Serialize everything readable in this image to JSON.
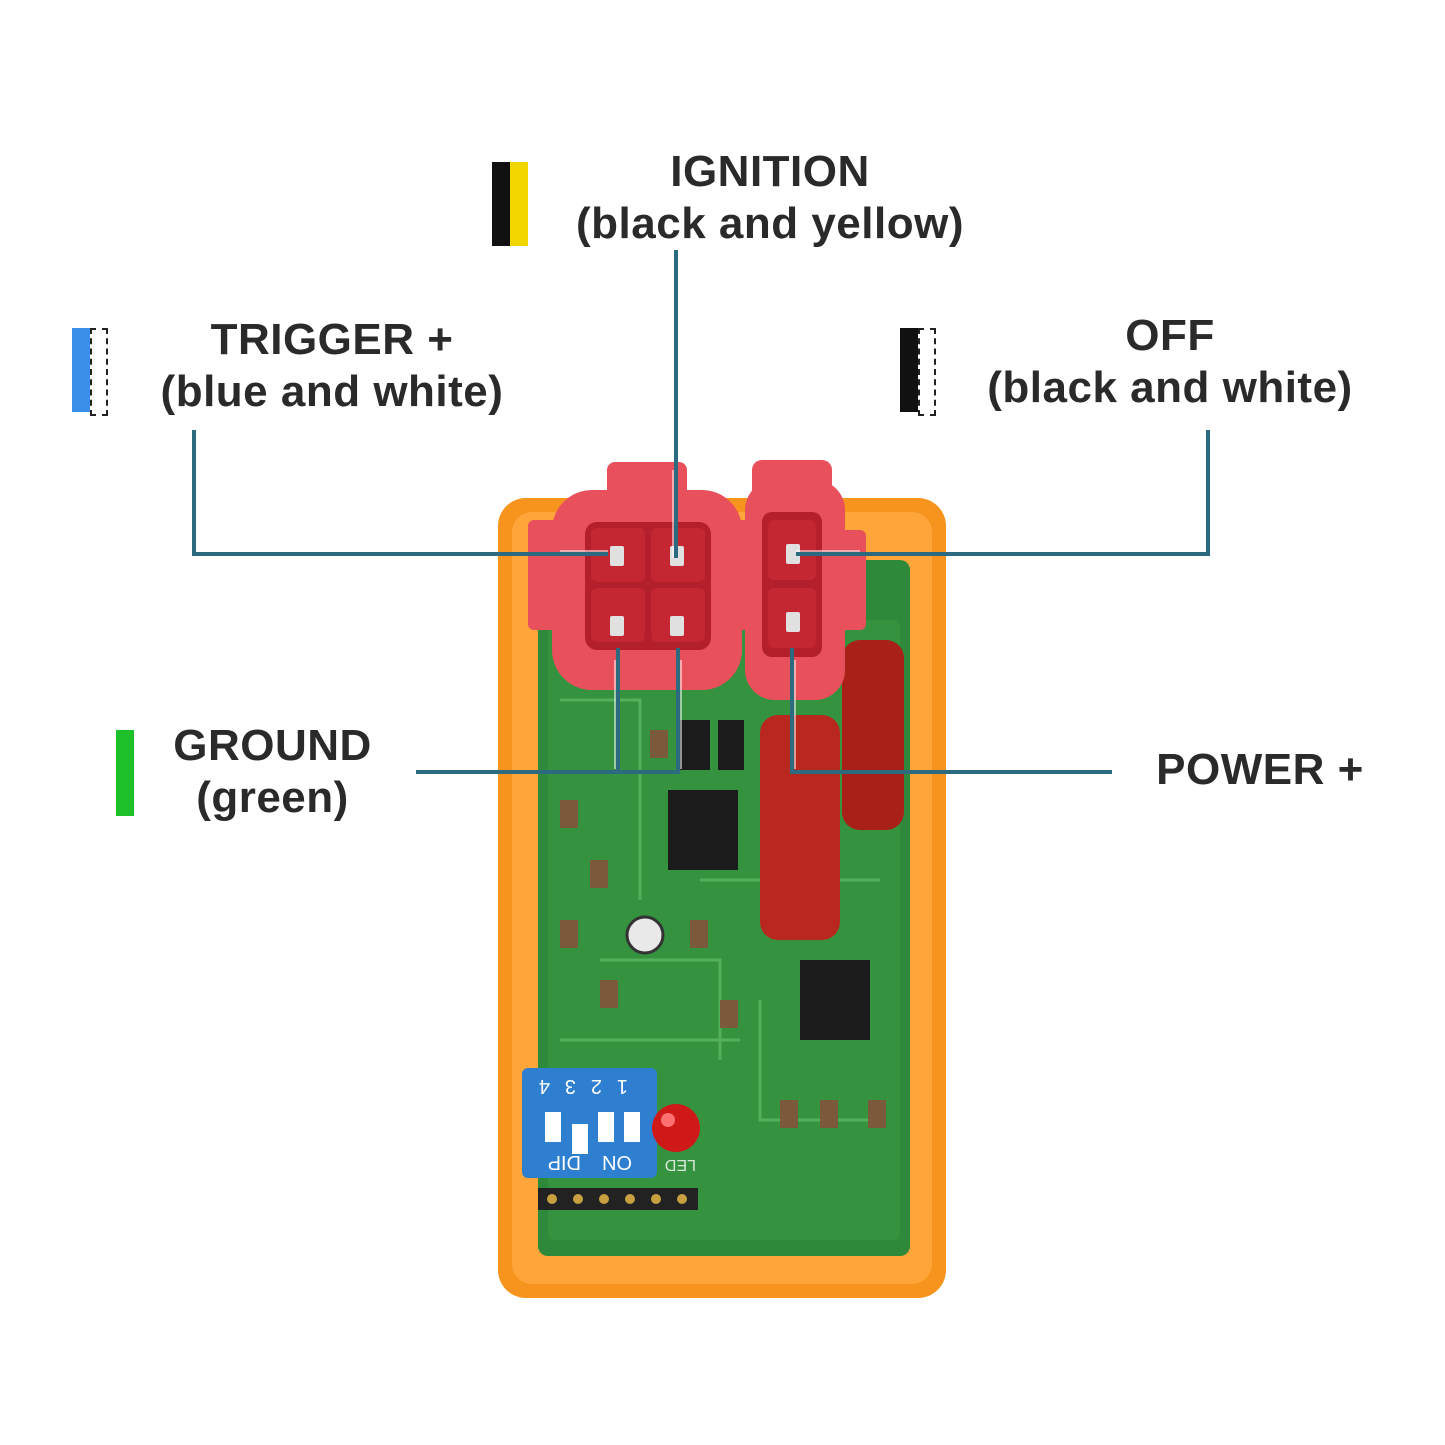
{
  "labels": {
    "ignition": {
      "title": "IGNITION",
      "subtitle": "(black and yellow)",
      "swatch": [
        "#111111",
        "#f2d600"
      ]
    },
    "trigger": {
      "title": "TRIGGER +",
      "subtitle": "(blue and white)",
      "swatch": [
        "#3a8fe8",
        "#ffffff"
      ]
    },
    "off": {
      "title": "OFF",
      "subtitle": "(black and white)",
      "swatch": [
        "#111111",
        "#ffffff"
      ]
    },
    "ground": {
      "title": "GROUND",
      "subtitle": "(green)",
      "swatch": [
        "#1ec02a"
      ]
    },
    "power": {
      "title": "POWER +"
    }
  },
  "board": {
    "dip_label": "DIP",
    "on_label": "ON",
    "dip_numbers": [
      "1",
      "2",
      "3",
      "4"
    ],
    "led_label": "LED"
  },
  "colors": {
    "leader_line": "#2c6a80",
    "housing": "#f7941d",
    "connector": "#e8505b",
    "pcb": "#2e8a3a",
    "capacitor": "#b8281e",
    "dip_switch": "#2f7fd1"
  }
}
